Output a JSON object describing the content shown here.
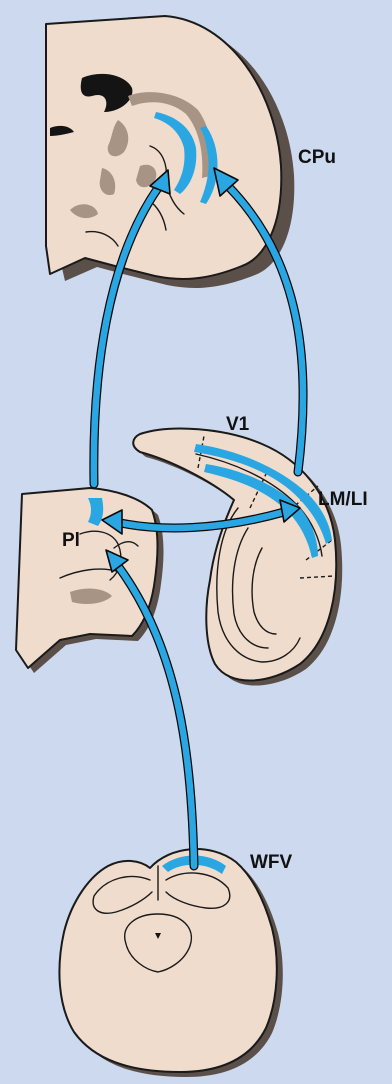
{
  "labels": {
    "cpu": "CPu",
    "v1": "V1",
    "lm_li": "LM/LI",
    "pl": "Pl",
    "wfv": "WFV"
  },
  "colors": {
    "background": "#ccd9ee",
    "tissue": "#f0dccd",
    "tissue_shadow": "#5a4f49",
    "outline": "#1a1a1a",
    "gray_matter": "#a89484",
    "ventricle": "#141414",
    "projection": "#2aa7e3",
    "projection_outline": "#0a0a0a"
  }
}
